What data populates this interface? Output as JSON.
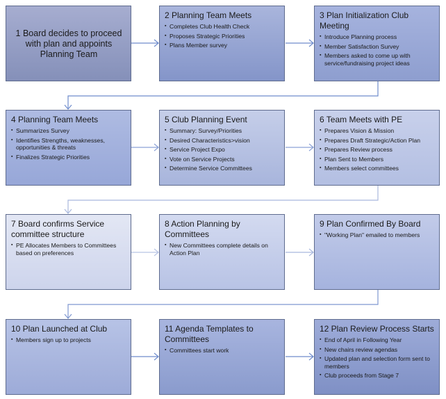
{
  "steps": [
    {
      "title": "1 Board decides to proceed with plan and appoints Planning Team",
      "bullets": []
    },
    {
      "title": "2 Planning Team Meets",
      "bullets": [
        "Completes Club Health Check",
        "Proposes Strategic Priorities",
        "Plans Member survey"
      ]
    },
    {
      "title": "3 Plan Initialization Club Meeting",
      "bullets": [
        "Introduce Planning process",
        "Member Satisfaction Survey",
        "Members asked to come up with service/fundraising project ideas"
      ]
    },
    {
      "title": "4 Planning Team Meets",
      "bullets": [
        "Summarizes Survey",
        "Identifies Strengths, weaknesses, opportunities & threats",
        "Finalizes Strategic Priorities"
      ]
    },
    {
      "title": "5 Club Planning Event",
      "bullets": [
        "Summary: Survey/Priorities",
        "Desired Characteristics>vision",
        "Service Project Expo",
        "Vote on Service Projects",
        "Determine Service Committees"
      ]
    },
    {
      "title": "6 Team Meets with PE",
      "bullets": [
        "Prepares Vision & Mission",
        "Prepares Draft  Strategic/Action Plan",
        "Prepares Review process",
        "Plan Sent to Members",
        "Members select committees"
      ]
    },
    {
      "title": "7 Board confirms Service committee structure",
      "bullets": [
        "PE Allocates Members to Committees based on preferences"
      ]
    },
    {
      "title": "8 Action Planning by Committees",
      "bullets": [
        "New Committees complete details on Action Plan"
      ]
    },
    {
      "title": "9 Plan Confirmed By Board",
      "bullets": [
        "\"Working Plan\" emailed to members"
      ]
    },
    {
      "title": "10 Plan Launched at Club",
      "bullets": [
        "Members sign up to projects"
      ]
    },
    {
      "title": "11 Agenda Templates to Committees",
      "bullets": [
        "Committees start work"
      ]
    },
    {
      "title": "12 Plan Review Process Starts",
      "bullets": [
        "End of April in Following Year",
        "New chairs review agendas",
        "Updated plan  and selection form sent to members",
        "Club proceeds from Stage 7"
      ]
    }
  ],
  "colors": {
    "connector": "#6f8ccc",
    "connector_light": "#a9b8dd",
    "border": "#5e6b8e"
  }
}
